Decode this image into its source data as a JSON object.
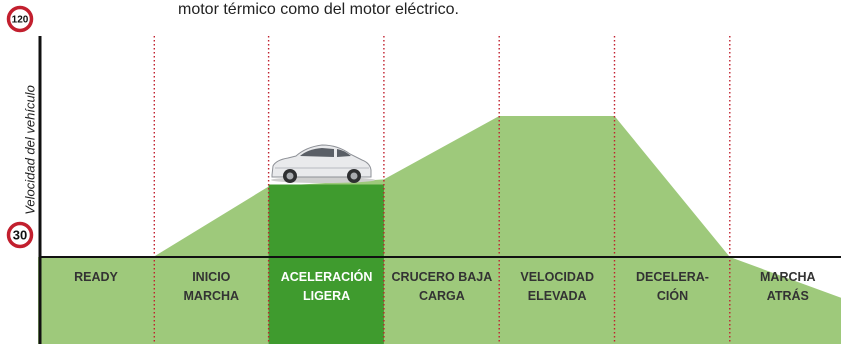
{
  "caption": "motor térmico como del motor eléctrico.",
  "y_axis_label": "Velocidad del vehículo",
  "speed_signs": {
    "top": "120",
    "bottom": "30"
  },
  "colors": {
    "area": "#9ec97b",
    "highlight": "#3f9b2e",
    "divider": "#c0202e",
    "axis": "#111111",
    "sign_ring": "#c21f2e"
  },
  "phases": [
    {
      "line1": "READY",
      "line2": "",
      "active": false
    },
    {
      "line1": "INICIO",
      "line2": "MARCHA",
      "active": false
    },
    {
      "line1": "ACELERACIÓN",
      "line2": "LIGERA",
      "active": true
    },
    {
      "line1": "CRUCERO BAJA",
      "line2": "CARGA",
      "active": false
    },
    {
      "line1": "VELOCIDAD",
      "line2": "ELEVADA",
      "active": false
    },
    {
      "line1": "DECELERA-",
      "line2": "CIÓN",
      "active": false
    },
    {
      "line1": "MARCHA",
      "line2": "ATRÁS",
      "active": false
    }
  ],
  "profile": [
    {
      "x": 0,
      "y": 0
    },
    {
      "x": 1,
      "y": 0
    },
    {
      "x": 2,
      "y": 0.5
    },
    {
      "x": 3,
      "y": 0.55
    },
    {
      "x": 4,
      "y": 1.0
    },
    {
      "x": 5,
      "y": 1.0
    },
    {
      "x": 6,
      "y": 0
    },
    {
      "x": 7,
      "y": -0.3
    }
  ],
  "car_icon": "car-icon"
}
